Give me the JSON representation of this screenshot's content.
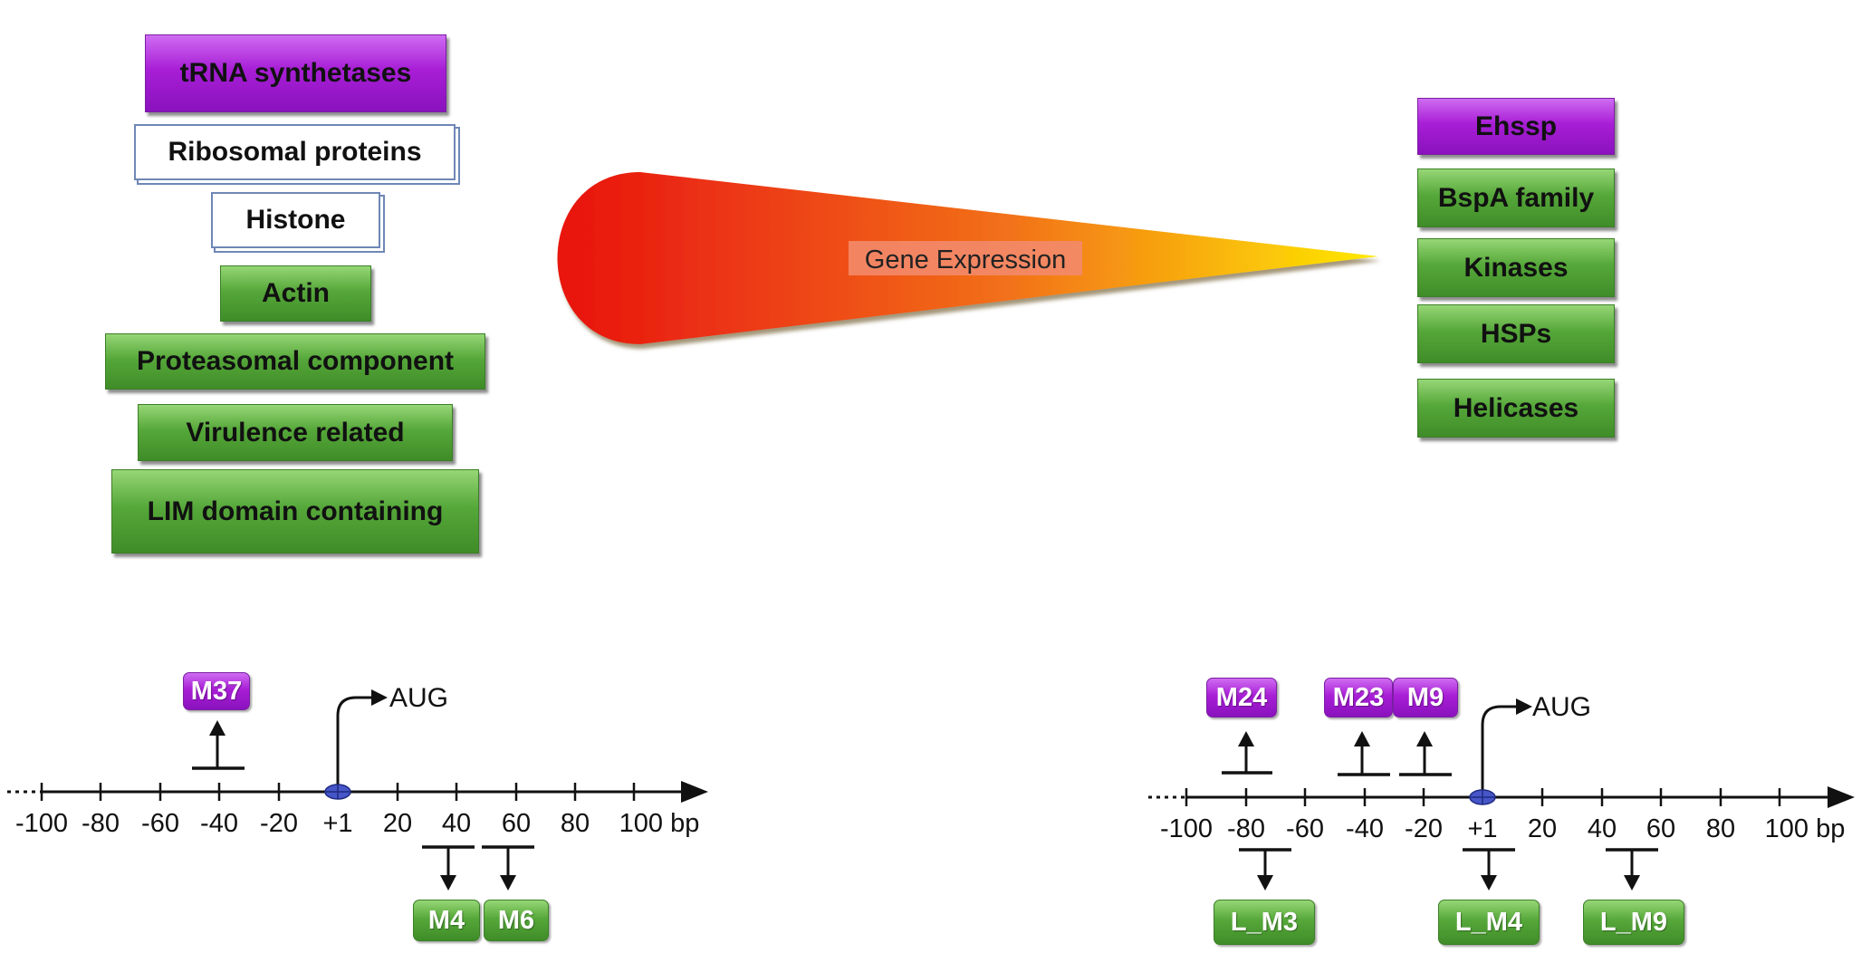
{
  "left_list": {
    "items": [
      {
        "label": "tRNA synthetases",
        "color": "#a81ed6"
      },
      {
        "label": "Ribosomal proteins",
        "color": "#ffffff"
      },
      {
        "label": "Histone",
        "color": "#ffffff"
      },
      {
        "label": "Actin",
        "color": "#56a83a"
      },
      {
        "label": "Proteasomal component",
        "color": "#56a83a"
      },
      {
        "label": "Virulence related",
        "color": "#56a83a"
      },
      {
        "label": "LIM domain containing",
        "color": "#56a83a"
      }
    ]
  },
  "gene_expression": {
    "label": "Gene Expression",
    "gradient_start": "#e8120f",
    "gradient_end": "#ffea00"
  },
  "right_list": {
    "items": [
      {
        "label": "Ehssp",
        "color": "#a81ed6"
      },
      {
        "label": "BspA family",
        "color": "#56a83a"
      },
      {
        "label": "Kinases",
        "color": "#56a83a"
      },
      {
        "label": "HSPs",
        "color": "#56a83a"
      },
      {
        "label": "Helicases",
        "color": "#56a83a"
      }
    ]
  },
  "promoter_left": {
    "tss_label": "AUG",
    "ticks": [
      "-100",
      "-80",
      "-60",
      "-40",
      "-20",
      "+1",
      "20",
      "40",
      "60",
      "80",
      "100 bp"
    ],
    "motifs_above": [
      {
        "label": "M37",
        "position": -40
      }
    ],
    "motifs_below": [
      {
        "label": "M4",
        "position": 40
      },
      {
        "label": "M6",
        "position": 60
      }
    ]
  },
  "promoter_right": {
    "tss_label": "AUG",
    "ticks": [
      "-100",
      "-80",
      "-60",
      "-40",
      "-20",
      "+1",
      "20",
      "40",
      "60",
      "80",
      "100 bp"
    ],
    "motifs_above": [
      {
        "label": "M24",
        "position": -80
      },
      {
        "label": "M23",
        "position": -40
      },
      {
        "label": "M9",
        "position": -20
      }
    ],
    "motifs_below": [
      {
        "label": "L_M3",
        "position": -75
      },
      {
        "label": "L_M4",
        "position": 1
      },
      {
        "label": "L_M9",
        "position": 50
      }
    ]
  }
}
